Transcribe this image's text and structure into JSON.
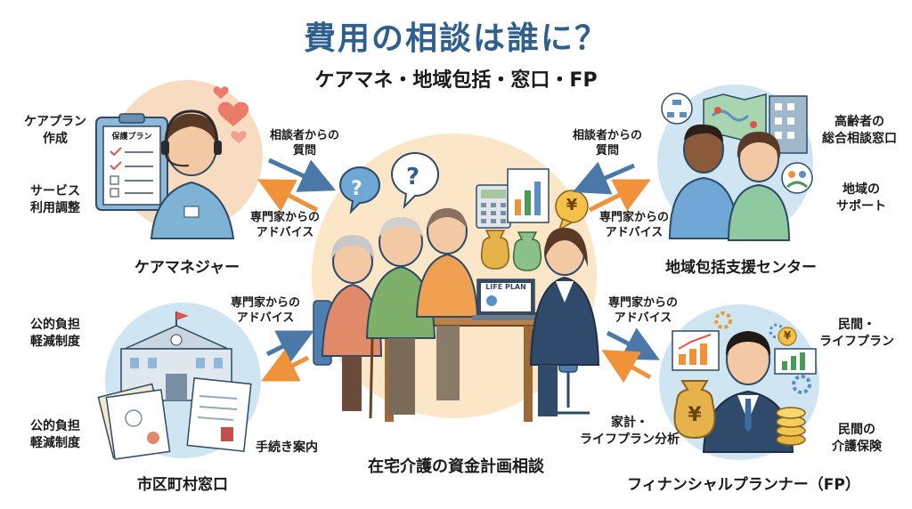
{
  "header": {
    "title": "費用の相談は誰に？",
    "subtitle": "ケアマネ・地域包括・窓口・FP"
  },
  "center": {
    "caption": "在宅介護の資金計画相談",
    "laptop_text": "LIFE PLAN",
    "money_symbol": "¥"
  },
  "care_manager": {
    "name": "ケアマネジャー",
    "clipboard_title": "保護プラン",
    "labels": [
      "ケアプラン\n作成",
      "サービス\n利用調整"
    ]
  },
  "community_center": {
    "name": "地域包括支援センター",
    "labels": [
      "高齢者の\n総合相談窓口",
      "地域の\nサポート"
    ]
  },
  "municipal": {
    "name": "市区町村窓口",
    "labels": [
      "公的負担\n軽減制度",
      "公的負担\n軽減制度",
      "手続き案内"
    ]
  },
  "fp": {
    "name": "フィナンシャルプランナー（FP）",
    "labels": [
      "民間・\nライフプラン",
      "民間の\n介護保険",
      "家計・\nライフプラン分析"
    ]
  },
  "arrows": {
    "tl_in": "相談者からの\n質問",
    "tl_out": "専門家からの\nアドバイス",
    "tr_in": "相談者からの\n質問",
    "tr_out": "専門家からの\nアドバイス",
    "bl_out": "専門家からの\nアドバイス",
    "br_out": "専門家からの\nアドバイス"
  },
  "colors": {
    "title": "#2f5f8f",
    "arrow_blue": "#4a78a8",
    "arrow_orange": "#f0923a",
    "circle_blue": "#cfe6f2",
    "circle_warm": "#f7dcc2"
  }
}
